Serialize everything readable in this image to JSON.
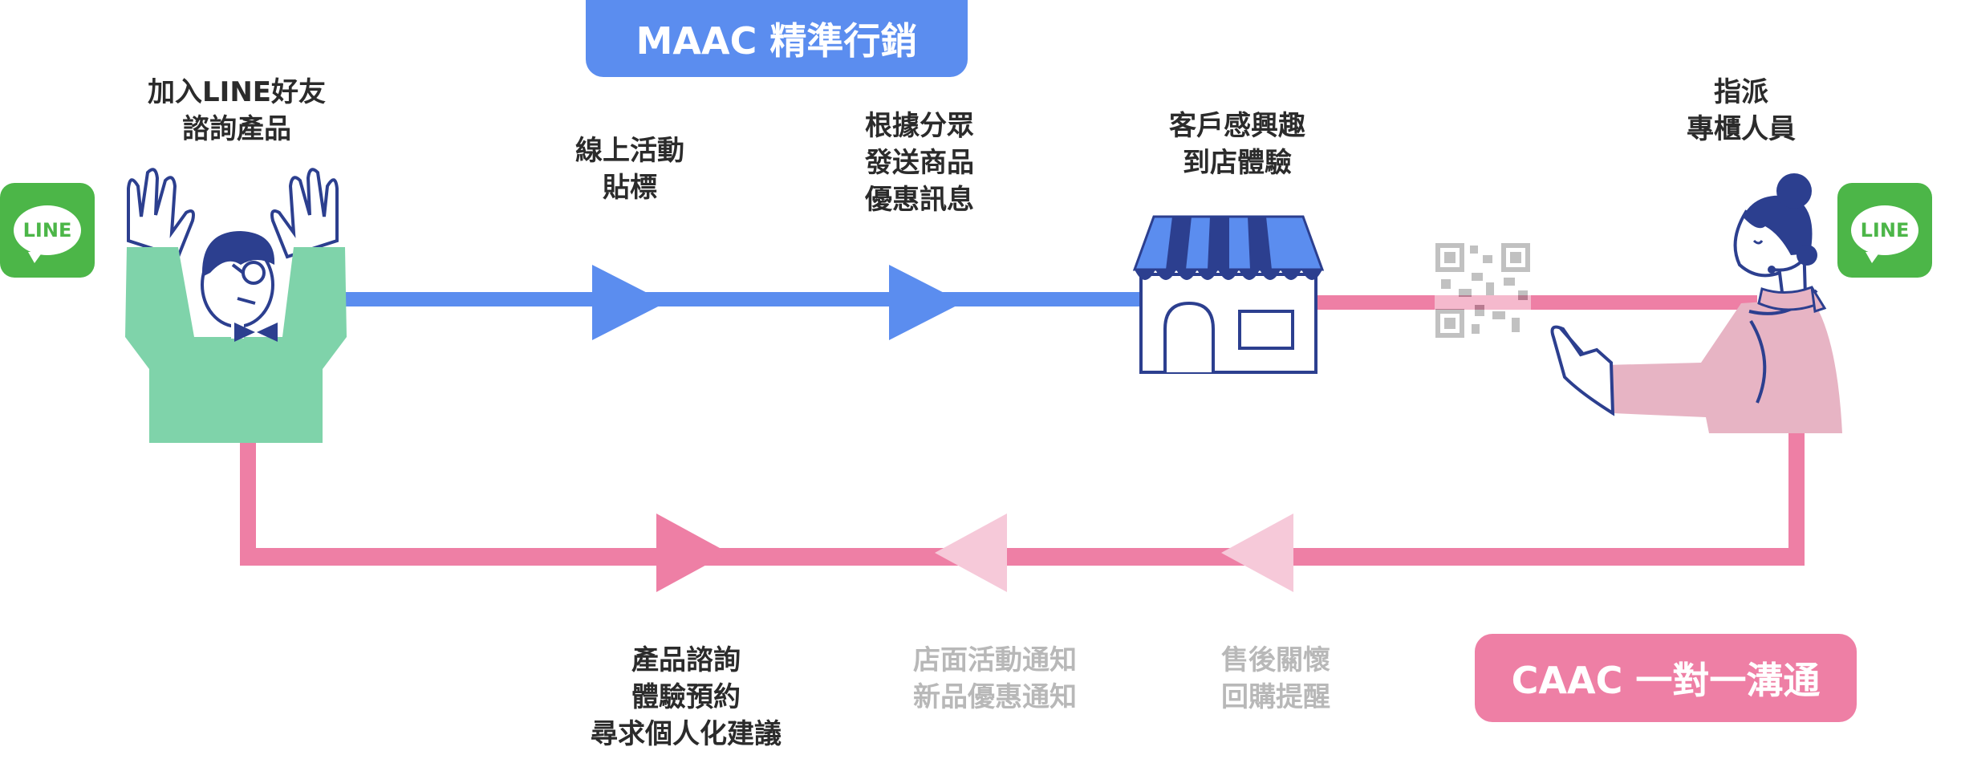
{
  "header": {
    "maac_title": "MAAC 精準行銷"
  },
  "footer": {
    "caac_title": "CAAC 一對一溝通"
  },
  "badges": {
    "line_left": "LINE",
    "line_right": "LINE"
  },
  "steps_top": {
    "add_friend": [
      "加入LINE好友",
      "諮詢產品"
    ],
    "online_tag": [
      "線上活動",
      "貼標"
    ],
    "segment_send": [
      "根據分眾",
      "發送商品",
      "優惠訊息"
    ],
    "store_visit": [
      "客戶感興趣",
      "到店體驗"
    ],
    "assign_staff": [
      "指派",
      "專櫃人員"
    ]
  },
  "steps_bottom": {
    "consult": [
      "產品諮詢",
      "體驗預約",
      "尋求個人化建議"
    ],
    "store_notice": [
      "店面活動通知",
      "新品優惠通知"
    ],
    "after_sales": [
      "售後關懷",
      "回購提醒"
    ]
  },
  "colors": {
    "blue": "#5b8def",
    "pink": "#ee7fa5",
    "pink_faded": "#f6c9d9",
    "green_shirt": "#7fd3aa",
    "navy": "#2c3f8f",
    "line_green": "#4cb648"
  },
  "icons": [
    "customer-illustration",
    "store-icon",
    "qr-code-icon",
    "staff-illustration",
    "line-logo-icon"
  ]
}
